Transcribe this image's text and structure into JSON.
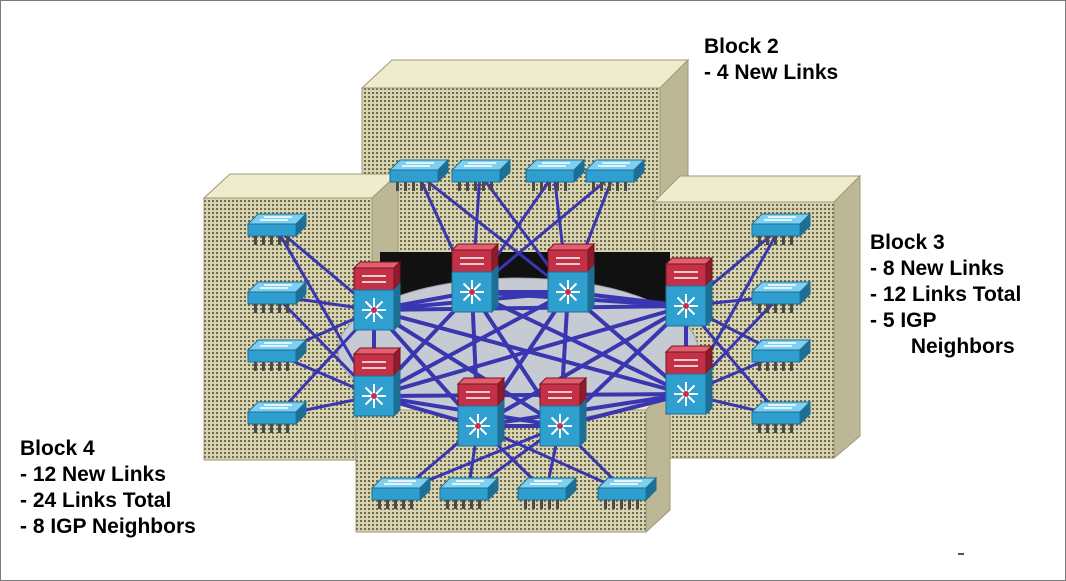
{
  "blocks": [
    {
      "id": "block-2",
      "lines": [
        "Block 2",
        " - 4 New Links"
      ]
    },
    {
      "id": "block-3",
      "lines": [
        "Block 3",
        " - 8 New Links",
        " - 12 Links Total",
        " - 5 IGP",
        "       Neighbors"
      ]
    },
    {
      "id": "block-4",
      "lines": [
        "Block 4",
        " - 12 New Links",
        " - 24 Links Total",
        " - 8 IGP Neighbors"
      ]
    }
  ],
  "colors": {
    "wall": "#dcd8b4",
    "wall_dark": "#bdb896",
    "wall_texture": "#6e6a52",
    "switch": "#2f9fcf",
    "switch_dark": "#1d6f95",
    "router_top": "#c43046",
    "link": "#3a36b0",
    "backbone": "#c6cbd3"
  },
  "icons": [
    "access-switch-icon",
    "layer3-switch-icon"
  ]
}
